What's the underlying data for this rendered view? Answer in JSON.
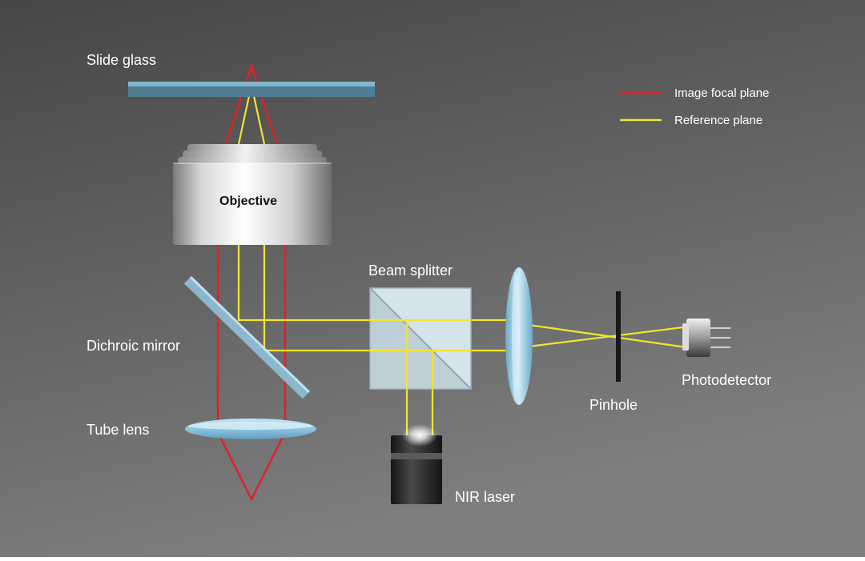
{
  "labels": {
    "slide_glass": "Slide glass",
    "objective": "Objective",
    "dichroic_mirror": "Dichroic mirror",
    "tube_lens": "Tube lens",
    "beam_splitter": "Beam splitter",
    "nir_laser": "NIR laser",
    "pinhole": "Pinhole",
    "photodetector": "Photodetector"
  },
  "legend": {
    "items": [
      {
        "label": "Image focal plane",
        "color": "#e0202a"
      },
      {
        "label": "Reference plane",
        "color": "#f2e531"
      }
    ]
  },
  "colors": {
    "background_top": "#474747",
    "background_bottom": "#7c7c7c",
    "red_beam": "#e0202a",
    "yellow_beam": "#f2e531",
    "glass": "#8fc4de"
  }
}
